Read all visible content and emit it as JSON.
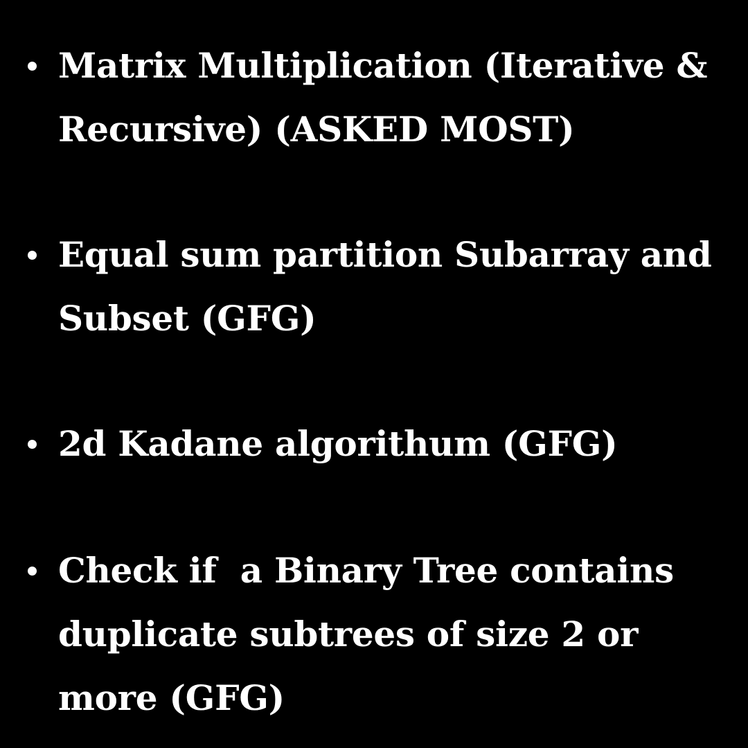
{
  "slide": {
    "background_color": "#000000",
    "text_color": "#ffffff",
    "items": [
      {
        "text": "Matrix Multiplication (Iterative & Recursive) (ASKED MOST)"
      },
      {
        "text": "Equal sum partition Subarray and Subset (GFG)"
      },
      {
        "text": "2d Kadane algorithum (GFG)"
      },
      {
        "text": "Check if  a Binary Tree contains duplicate subtrees of size 2 or more (GFG)"
      }
    ]
  }
}
